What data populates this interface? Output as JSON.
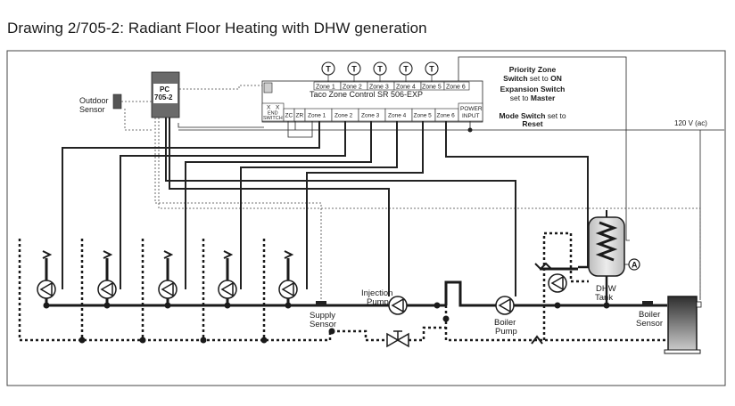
{
  "title": "Drawing 2/705-2: Radiant Floor Heating with DHW generation",
  "controller": {
    "name": "Taco Zone Control SR 506-EXP",
    "top_zones": [
      "Zone 1",
      "Zone 2",
      "Zone 3",
      "Zone 4",
      "Zone 5",
      "Zone 6"
    ],
    "bottom_terminals": {
      "x_end_1": "X",
      "x_end_2": "X",
      "end": "END",
      "switch": "SWITCH",
      "zc": "ZC",
      "zr": "ZR",
      "zones": [
        "Zone 1",
        "Zone 2",
        "Zone 3",
        "Zone 4",
        "Zone 5",
        "Zone 6"
      ],
      "power_1": "POWER",
      "power_2": "INPUT"
    },
    "thermostat_symbol": "T"
  },
  "pc_control": {
    "line1": "PC",
    "line2": "705-2"
  },
  "outdoor_sensor": {
    "line1": "Outdoor",
    "line2": "Sensor"
  },
  "notes": {
    "priority_1": "Priority Zone",
    "priority_2a": "Switch",
    "priority_2b": " set to ",
    "priority_2c": "ON",
    "expansion_1": "Expansion Switch",
    "expansion_2a": "set to ",
    "expansion_2b": "Master",
    "mode_1a": "Mode Switch",
    "mode_1b": " set to",
    "mode_2": "Reset"
  },
  "power_label": "120 V (ac)",
  "labels": {
    "supply_1": "Supply",
    "supply_2": "Sensor",
    "injection_1": "Injection",
    "injection_2": "Pump",
    "boiler_pump_1": "Boiler",
    "boiler_pump_2": "Pump",
    "dhw_1": "DHW",
    "dhw_2": "Tank",
    "boiler_sensor_1": "Boiler",
    "boiler_sensor_2": "Sensor",
    "aquastat": "A"
  },
  "colors": {
    "line": "#1a1a1a",
    "tank": "#d9d9d9",
    "boiler_top": "#3a3a3a",
    "boiler_bottom": "#c8c8c8"
  }
}
